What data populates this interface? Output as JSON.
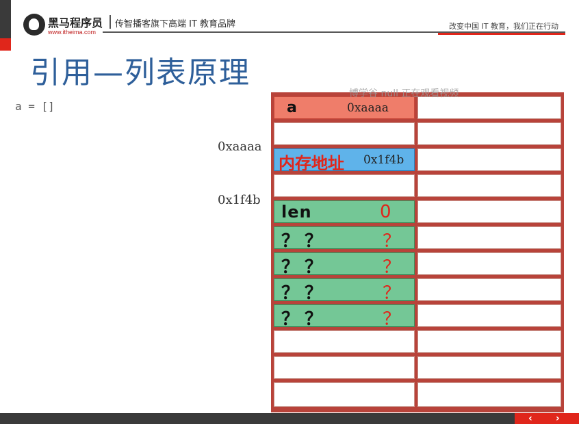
{
  "header": {
    "brand": "黑马程序员",
    "brand_url": "www.itheima.com",
    "tagline": "传智播客旗下高端 IT 教育品牌",
    "slogan": "改变中国 IT 教育，我们正在行动"
  },
  "slide": {
    "title": "引用—列表原理",
    "code": "a = []",
    "address_labels": [
      "0xaaaa",
      "0x1f4b"
    ],
    "watermark": "博学谷 null 正在观看视频"
  },
  "memory": {
    "row0": {
      "name": "a",
      "value": "0xaaaa"
    },
    "row2": {
      "label": "内存地址",
      "value": "0x1f4b"
    },
    "row4": {
      "label": "len",
      "value": "0"
    },
    "unknown_rows": [
      {
        "label": "？？",
        "value": "？"
      },
      {
        "label": "？？",
        "value": "？"
      },
      {
        "label": "？？",
        "value": "？"
      },
      {
        "label": "？？",
        "value": "？"
      }
    ]
  },
  "footer": {
    "prev": "‹",
    "next": "›"
  },
  "colors": {
    "title": "#2e5f9a",
    "accent_red": "#e0261b",
    "cell_red": "#ef7d6a",
    "cell_blue": "#5fb3ea",
    "cell_green": "#74c796"
  }
}
